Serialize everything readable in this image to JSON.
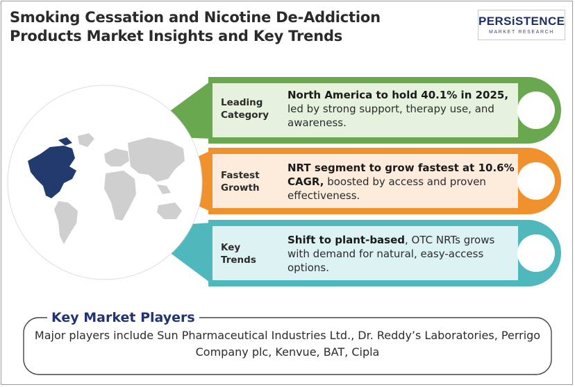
{
  "title": {
    "line1": "Smoking Cessation and Nicotine De-Addiction",
    "line2": "Products Market Insights and Key Trends"
  },
  "logo": {
    "word": "PERSiSTENCE",
    "sub": "MARKET RESEARCH"
  },
  "colors": {
    "green": "#6aa84f",
    "green_light": "#e6f2dd",
    "orange": "#f0912e",
    "orange_light": "#fdebdc",
    "teal": "#4fb8bd",
    "teal_light": "#ddf2f3",
    "navy": "#223a6e",
    "map_grey": "#cfcfcf"
  },
  "insights": [
    {
      "label_line1": "Leading",
      "label_line2": "Category",
      "highlight": "North America to hold 40.1% in 2025,",
      "rest": " led by strong support, therapy use, and awareness."
    },
    {
      "label_line1": "Fastest",
      "label_line2": "Growth",
      "highlight": "NRT segment to grow fastest at 10.6% CAGR,",
      "rest": " boosted by access and proven effectiveness."
    },
    {
      "label_line1": "Key",
      "label_line2": "Trends",
      "highlight": "Shift to plant-based",
      "rest": ", OTC NRTs grows with demand for natural, easy-access options."
    }
  ],
  "players": {
    "title": "Key Market Players",
    "text": "Major players include Sun Pharmaceutical Industries Ltd., Dr. Reddy’s Laboratories, Perrigo Company plc, Kenvue, BAT, Cipla"
  }
}
